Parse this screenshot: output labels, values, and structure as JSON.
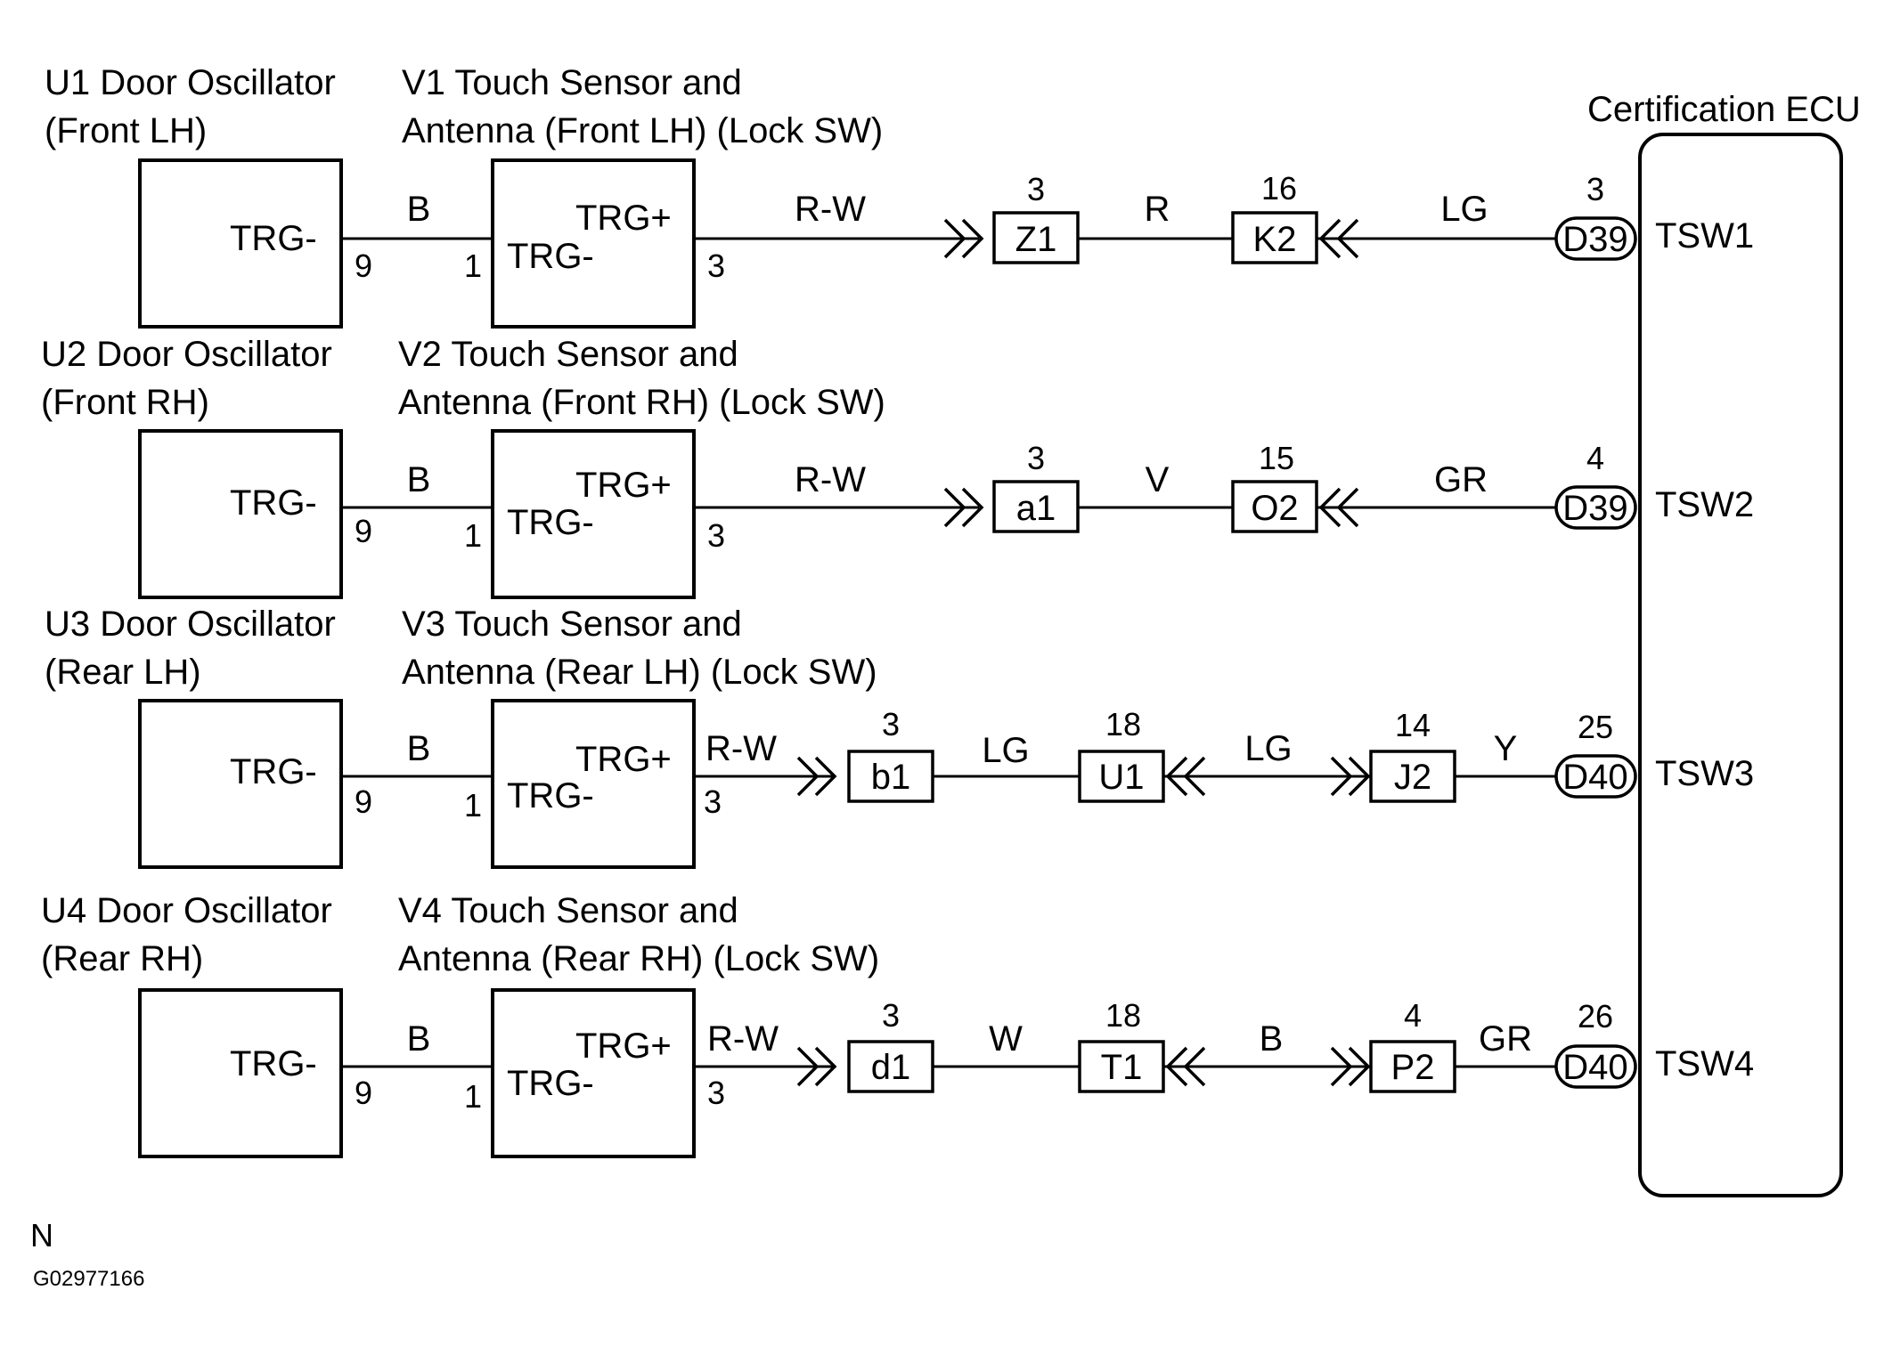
{
  "ecu": {
    "name": "Certification ECU"
  },
  "rows": [
    {
      "osc_line1": "U1 Door Oscillator",
      "osc_line2": "(Front LH)",
      "sensor_line1": "V1 Touch Sensor and",
      "sensor_line2": "Antenna (Front LH) (Lock SW)",
      "osc_term": "TRG-",
      "osc_pin": "9",
      "sensor_term_plus": "TRG+",
      "sensor_term_minus": "TRG-",
      "sensor_pin_in": "1",
      "sensor_pin_out": "3",
      "wire1": "B",
      "wire2": "R-W",
      "conn1": {
        "name": "Z1",
        "pin": "3"
      },
      "wire3": "R",
      "conn2": {
        "name": "K2",
        "pin": "16"
      },
      "wire4": "LG",
      "ecu_conn": {
        "name": "D39",
        "pin": "3"
      },
      "ecu_term": "TSW1"
    },
    {
      "osc_line1": "U2 Door Oscillator",
      "osc_line2": "(Front RH)",
      "sensor_line1": "V2 Touch Sensor and",
      "sensor_line2": "Antenna (Front RH) (Lock SW)",
      "osc_term": "TRG-",
      "osc_pin": "9",
      "sensor_term_plus": "TRG+",
      "sensor_term_minus": "TRG-",
      "sensor_pin_in": "1",
      "sensor_pin_out": "3",
      "wire1": "B",
      "wire2": "R-W",
      "conn1": {
        "name": "a1",
        "pin": "3"
      },
      "wire3": "V",
      "conn2": {
        "name": "O2",
        "pin": "15"
      },
      "wire4": "GR",
      "ecu_conn": {
        "name": "D39",
        "pin": "4"
      },
      "ecu_term": "TSW2"
    },
    {
      "osc_line1": "U3 Door Oscillator",
      "osc_line2": "(Rear LH)",
      "sensor_line1": "V3 Touch Sensor and",
      "sensor_line2": "Antenna (Rear LH) (Lock SW)",
      "osc_term": "TRG-",
      "osc_pin": "9",
      "sensor_term_plus": "TRG+",
      "sensor_term_minus": "TRG-",
      "sensor_pin_in": "1",
      "sensor_pin_out": "3",
      "wire1": "B",
      "wire2": "R-W",
      "conn1": {
        "name": "b1",
        "pin": "3"
      },
      "wire3": "LG",
      "conn2": {
        "name": "U1",
        "pin": "18"
      },
      "wire4": "LG",
      "conn3": {
        "name": "J2",
        "pin": "14"
      },
      "wire5": "Y",
      "ecu_conn": {
        "name": "D40",
        "pin": "25"
      },
      "ecu_term": "TSW3"
    },
    {
      "osc_line1": "U4 Door Oscillator",
      "osc_line2": "(Rear RH)",
      "sensor_line1": "V4 Touch Sensor and",
      "sensor_line2": "Antenna (Rear RH) (Lock SW)",
      "osc_term": "TRG-",
      "osc_pin": "9",
      "sensor_term_plus": "TRG+",
      "sensor_term_minus": "TRG-",
      "sensor_pin_in": "1",
      "sensor_pin_out": "3",
      "wire1": "B",
      "wire2": "R-W",
      "conn1": {
        "name": "d1",
        "pin": "3"
      },
      "wire3": "W",
      "conn2": {
        "name": "T1",
        "pin": "18"
      },
      "wire4": "B",
      "conn3": {
        "name": "P2",
        "pin": "4"
      },
      "wire5": "GR",
      "ecu_conn": {
        "name": "D40",
        "pin": "26"
      },
      "ecu_term": "TSW4"
    }
  ],
  "footer": {
    "mark": "N",
    "code": "G02977166"
  }
}
